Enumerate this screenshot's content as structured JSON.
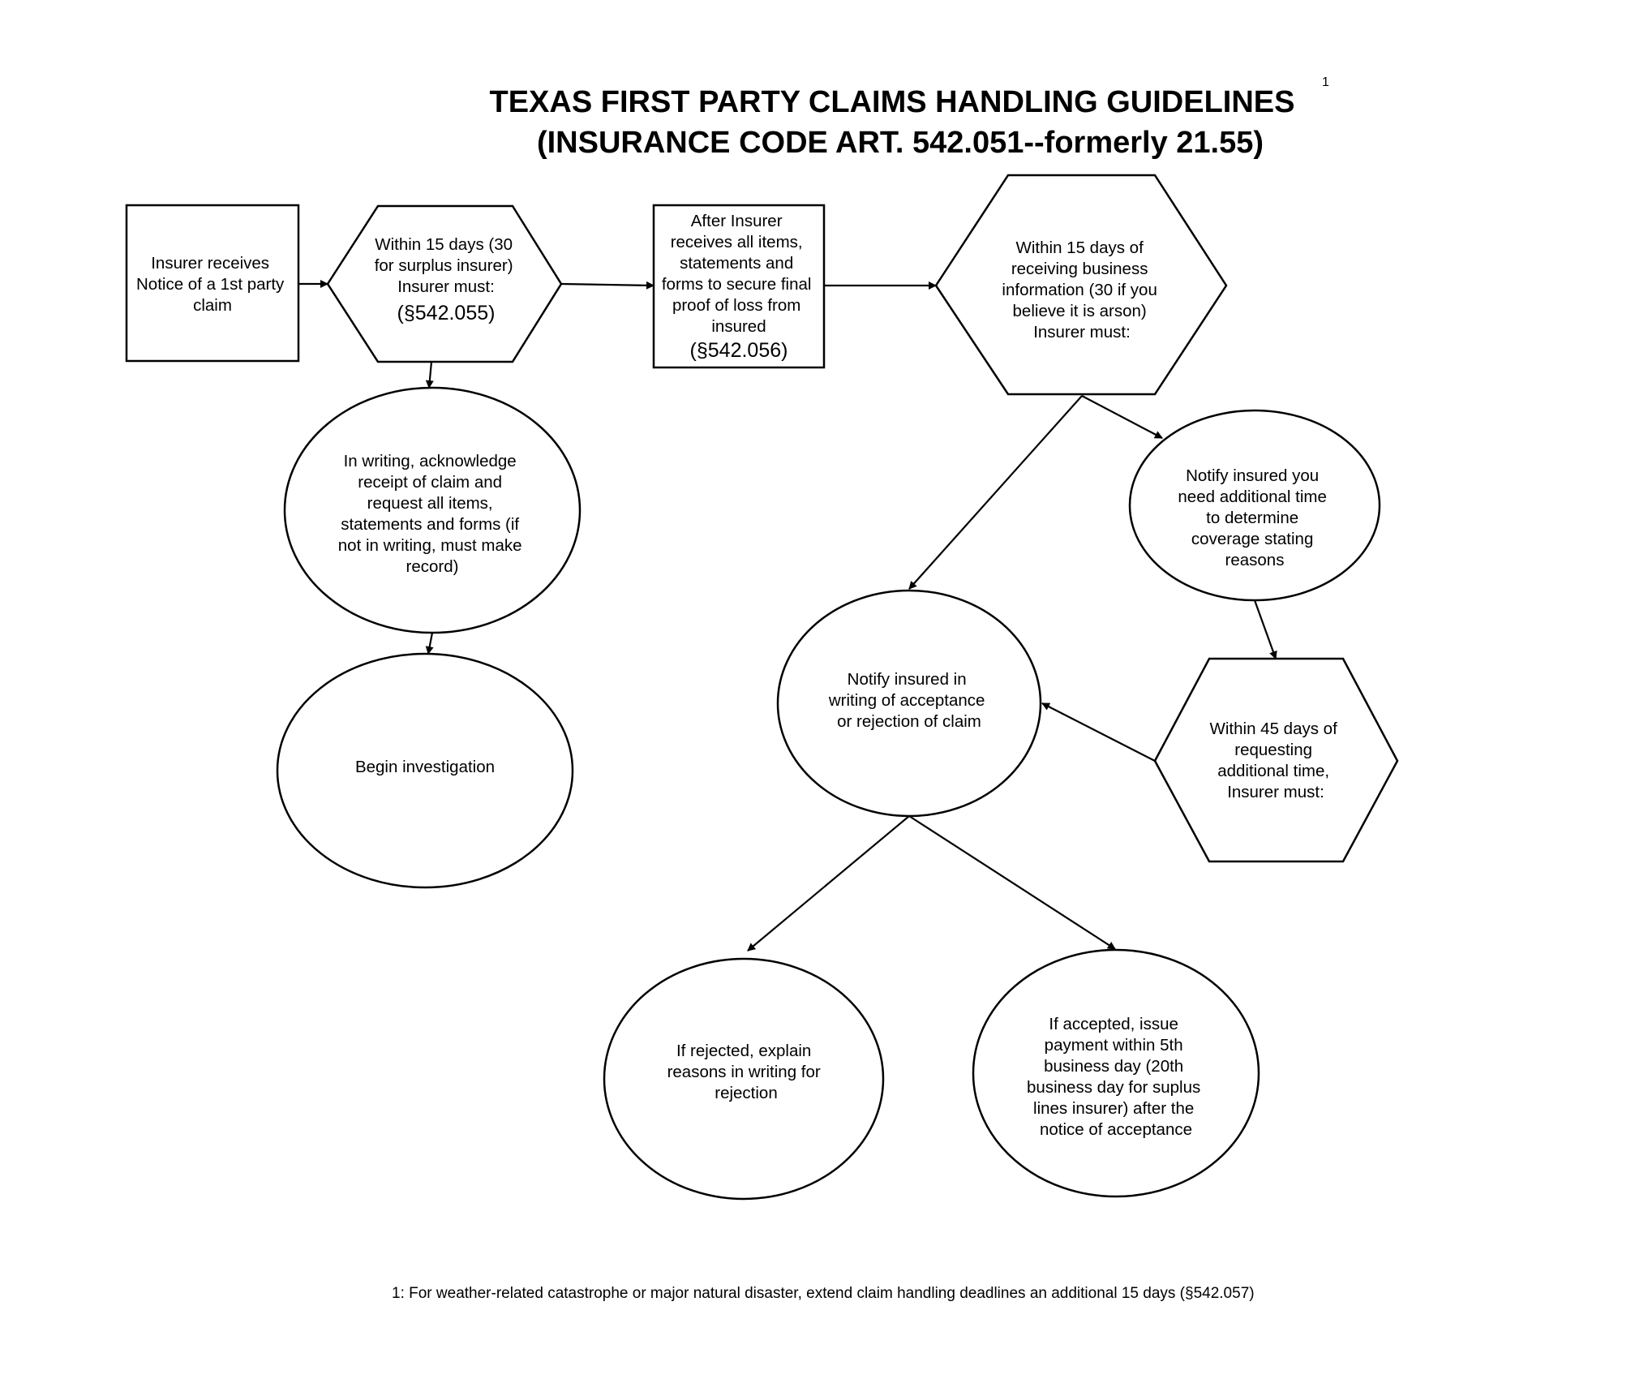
{
  "title": {
    "line1": "TEXAS FIRST PARTY CLAIMS HANDLING GUIDELINES",
    "superscript": "1",
    "line2": "(INSURANCE CODE ART. 542.051--formerly 21.55)"
  },
  "nodes": {
    "notice": {
      "shape": "rectangle",
      "lines": [
        "Insurer receives",
        "Notice of a 1st party",
        "claim"
      ]
    },
    "within15": {
      "shape": "hexagon",
      "lines": [
        "Within 15 days (30",
        "for surplus insurer)",
        "Insurer must:"
      ],
      "ref": "(§542.055)"
    },
    "after_insurer": {
      "shape": "rectangle",
      "lines": [
        "After Insurer",
        "receives all items,",
        "statements and",
        "forms to secure final",
        "proof of loss from",
        "insured"
      ],
      "ref": "(§542.056)"
    },
    "within15_business": {
      "shape": "hexagon",
      "lines": [
        "Within 15 days of",
        "receiving business",
        "information (30 if you",
        "believe it is arson)",
        "Insurer must:"
      ]
    },
    "acknowledge": {
      "shape": "ellipse",
      "lines": [
        "In writing, acknowledge",
        "receipt of claim and",
        "request all items,",
        "statements and forms (if",
        "not in writing, must make",
        "record)"
      ]
    },
    "begin_investigation": {
      "shape": "ellipse",
      "lines": [
        "Begin investigation"
      ]
    },
    "notify_additional_time": {
      "shape": "ellipse",
      "lines": [
        "Notify insured you",
        "need additional time",
        "to determine",
        "coverage stating",
        "reasons"
      ]
    },
    "within45": {
      "shape": "hexagon",
      "lines": [
        "Within 45 days of",
        "requesting",
        "additional time,",
        "Insurer must:"
      ]
    },
    "notify_acceptance": {
      "shape": "ellipse",
      "lines": [
        "Notify insured in",
        "writing of acceptance",
        "or rejection of claim"
      ]
    },
    "rejected": {
      "shape": "ellipse",
      "lines": [
        "If rejected, explain",
        "reasons in writing for",
        "rejection"
      ]
    },
    "accepted": {
      "shape": "ellipse",
      "lines": [
        "If accepted, issue",
        "payment within 5th",
        "business day (20th",
        "business day for suplus",
        "lines insurer) after the",
        "notice of acceptance"
      ]
    }
  },
  "edges": [
    {
      "from": "notice",
      "to": "within15"
    },
    {
      "from": "within15",
      "to": "after_insurer"
    },
    {
      "from": "after_insurer",
      "to": "within15_business"
    },
    {
      "from": "within15",
      "to": "acknowledge"
    },
    {
      "from": "acknowledge",
      "to": "begin_investigation"
    },
    {
      "from": "within15_business",
      "to": "notify_acceptance"
    },
    {
      "from": "within15_business",
      "to": "notify_additional_time"
    },
    {
      "from": "notify_additional_time",
      "to": "within45"
    },
    {
      "from": "within45",
      "to": "notify_acceptance"
    },
    {
      "from": "notify_acceptance",
      "to": "rejected"
    },
    {
      "from": "notify_acceptance",
      "to": "accepted"
    }
  ],
  "footnote": "1: For weather-related catastrophe or major natural disaster, extend claim handling deadlines an additional 15 days (§542.057)"
}
